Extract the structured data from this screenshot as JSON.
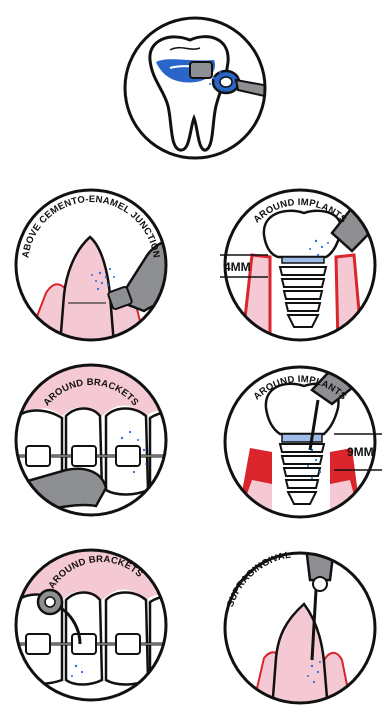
{
  "panels": {
    "top": {
      "label": ""
    },
    "above_cej": {
      "label": "ABOVE CEMENTO-ENAMEL JUNCTION"
    },
    "implants_1": {
      "label": "AROUND IMPLANTS",
      "measure": "4MM"
    },
    "brackets_1": {
      "label": "AROUND BRACKETS"
    },
    "implants_2": {
      "label": "AROUND IMPLANTS",
      "measure": "9MM"
    },
    "brackets_2": {
      "label": "AROUND BRACKETS"
    },
    "supragingival": {
      "label": "SUPRAGINGIVAL"
    }
  },
  "colors": {
    "gum_pink": "#f4c9d3",
    "gum_red": "#d9252b",
    "spray_blue": "#2b6fd8",
    "accent_blue": "#2a66c9",
    "tool_grey": "#8d8f92",
    "outline": "#111111"
  }
}
